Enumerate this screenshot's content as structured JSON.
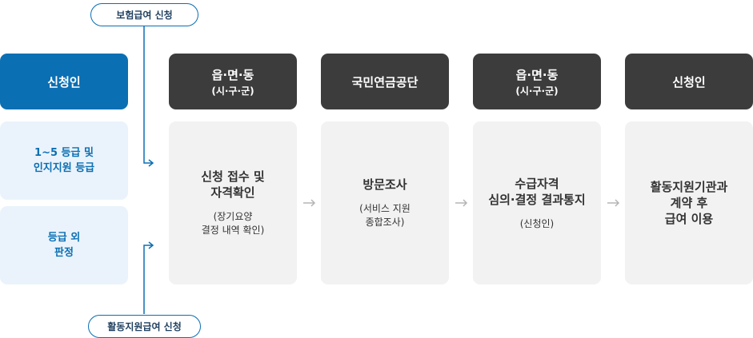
{
  "pills": {
    "insurance": "보험급여 신청",
    "activity": "활동지원급여 신청"
  },
  "applicant_left": {
    "header": "신청인",
    "grade_1_5": "1~5 등급 및\n인지지원 등급",
    "grade_out": "등급 외\n판정"
  },
  "stages": [
    {
      "header": "읍·면·동",
      "header_sub": "(시·구·군)",
      "main": "신청 접수 및\n자격확인",
      "note": "(장기요양\n결정 내역 확인)"
    },
    {
      "header": "국민연금공단",
      "main": "방문조사",
      "note": "(서비스 지원\n종합조사)"
    },
    {
      "header": "읍·면·동",
      "header_sub": "(시·구·군)",
      "main": "수급자격\n심의·결정 결과통지",
      "note": "(신청인)"
    },
    {
      "header": "신청인",
      "main": "활동지원기관과\n계약 후\n급여 이용"
    }
  ],
  "arrow_glyph": "→",
  "colors": {
    "brand_blue": "#0b6fb3",
    "dark_header": "#3c3c3c",
    "light_blue": "#eaf3fb",
    "light_gray": "#f2f2f2",
    "arrow_gray": "#b5b5b5"
  }
}
